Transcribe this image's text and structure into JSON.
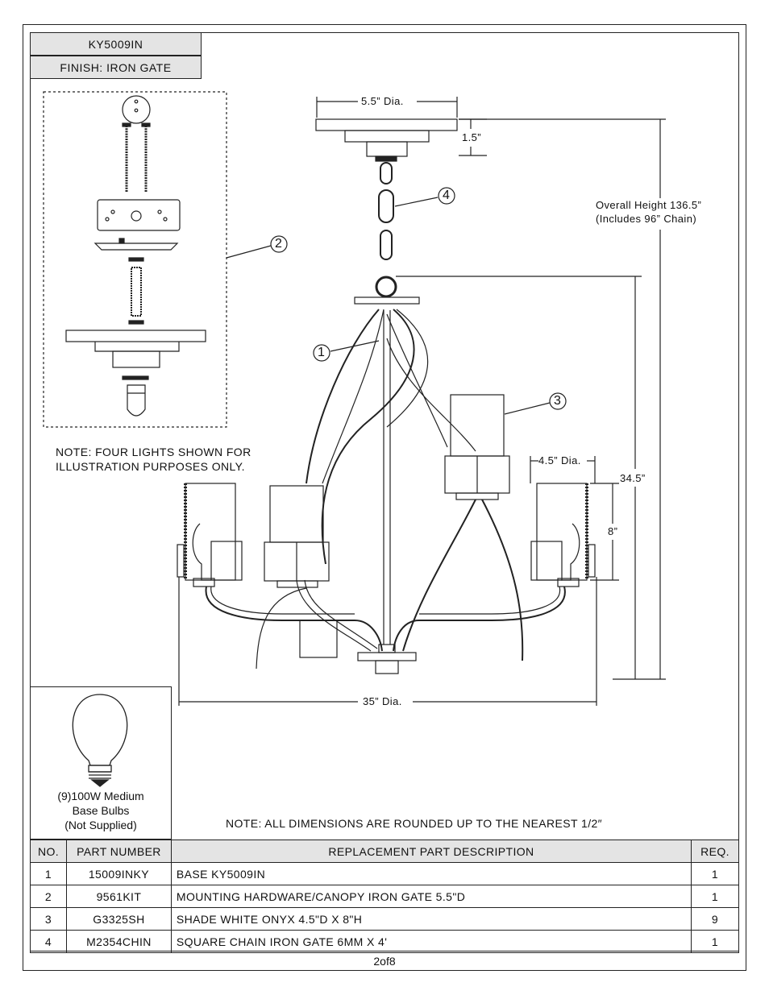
{
  "header": {
    "model": "KY5009IN",
    "finish": "FINISH: IRON GATE"
  },
  "dimensions": {
    "canopy_dia": "5.5” Dia.",
    "canopy_height": "1.5”",
    "overall_height_line1": "Overall Height 136.5”",
    "overall_height_line2": "(Includes 96” Chain)",
    "shade_dia": "4.5” Dia.",
    "body_height": "34.5”",
    "shade_height": "8”",
    "fixture_dia": "35” Dia."
  },
  "callouts": [
    "1",
    "2",
    "3",
    "4"
  ],
  "notes": {
    "illustration": "NOTE:  FOUR LIGHTS SHOWN  FOR ILLUSTRATION PURPOSES ONLY.",
    "rounding": "NOTE:  ALL DIMENSIONS ARE ROUNDED UP TO THE NEAREST  1/2″"
  },
  "bulb": {
    "line1": "(9)100W Medium",
    "line2": "Base Bulbs",
    "line3": "(Not Supplied)"
  },
  "parts_table": {
    "headers": [
      "NO.",
      "PART NUMBER",
      "REPLACEMENT PART DESCRIPTION",
      "REQ."
    ],
    "rows": [
      {
        "no": "1",
        "part": "15009INKY",
        "desc": "BASE KY5009IN",
        "req": "1"
      },
      {
        "no": "2",
        "part": "9561KIT",
        "desc": "MOUNTING HARDWARE/CANOPY IRON GATE 5.5\"D",
        "req": "1"
      },
      {
        "no": "3",
        "part": "G3325SH",
        "desc": "SHADE WHITE ONYX 4.5\"D X 8\"H",
        "req": "9"
      },
      {
        "no": "4",
        "part": "M2354CHIN",
        "desc": "SQUARE CHAIN IRON GATE 6MM X 4'",
        "req": "1"
      }
    ]
  },
  "page": "2of8",
  "colors": {
    "line": "#222222",
    "header_fill": "#e4e4e4"
  }
}
